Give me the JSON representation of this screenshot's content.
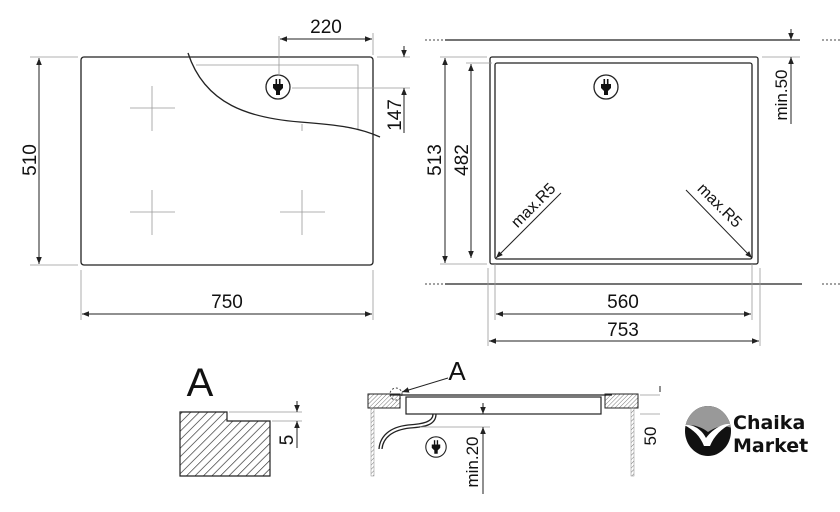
{
  "hob_top_view": {
    "dim_width": "750",
    "dim_depth": "510",
    "dim_plug_x": "220",
    "dim_plug_y": "147",
    "plug_icon": "plug-icon"
  },
  "cutout_view": {
    "dim_outer_width": "753",
    "dim_inner_width": "560",
    "dim_outer_depth": "513",
    "dim_inner_depth": "482",
    "dim_clearance": "min.50",
    "corner_radius_left": "max.R5",
    "corner_radius_right": "max.R5"
  },
  "detail_a": {
    "label": "A",
    "dim_step": "5"
  },
  "section_view": {
    "detail_label": "A",
    "dim_min_below": "min.20",
    "dim_side": "50"
  },
  "logo": {
    "line1": "Chaika",
    "line2": "Market"
  }
}
